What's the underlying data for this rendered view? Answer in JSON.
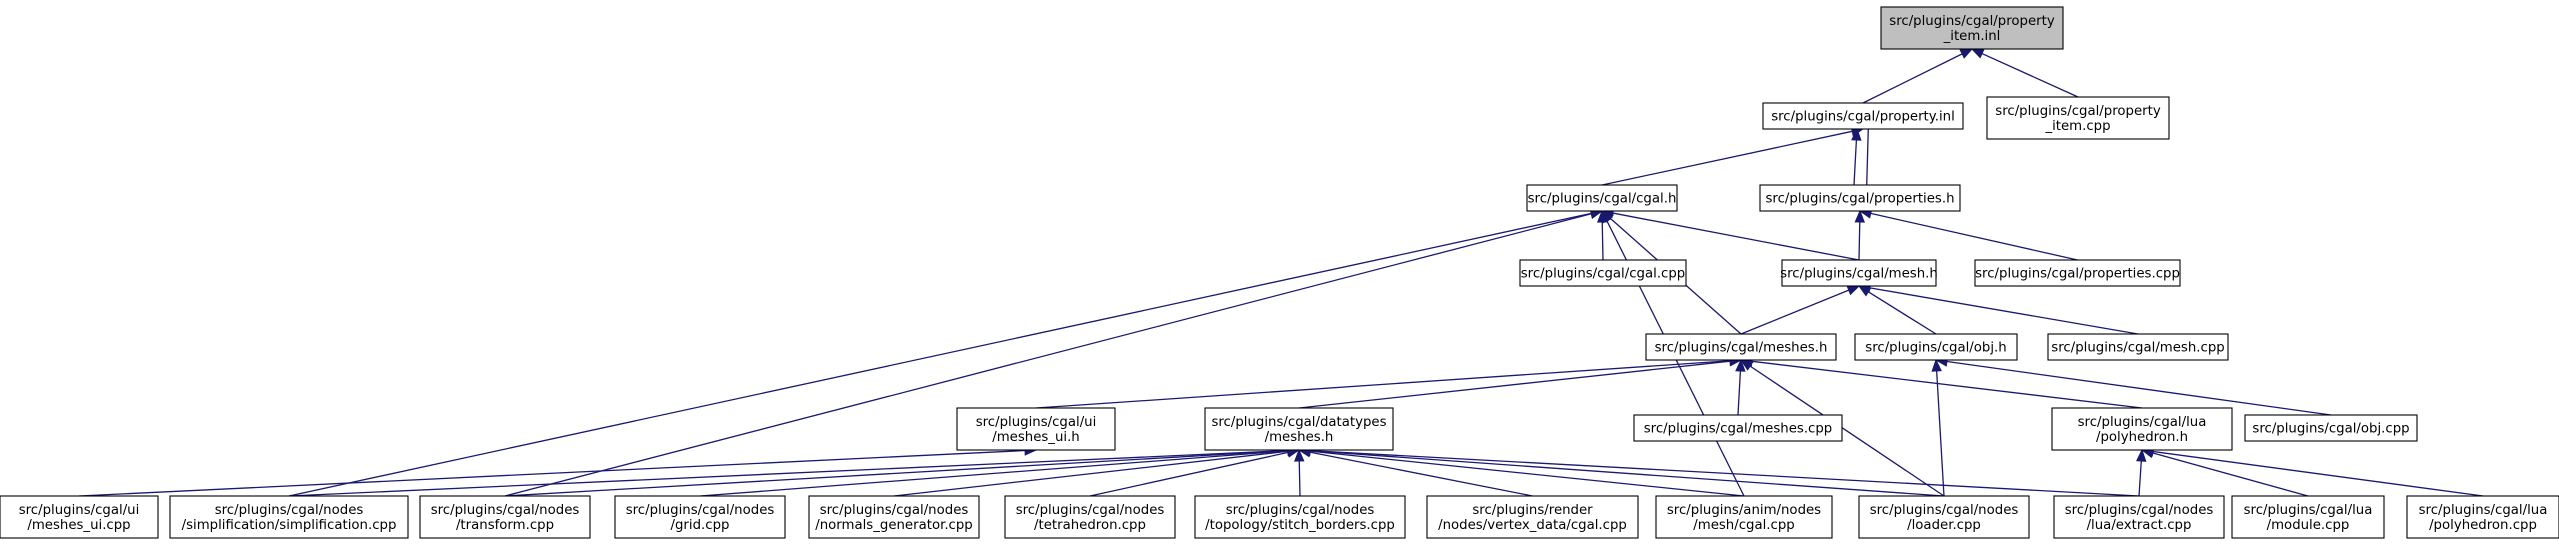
{
  "colors": {
    "edge": "#191970",
    "root_fill": "#bfbfbf",
    "node_fill": "#ffffff",
    "node_border": "#000000"
  },
  "nodes": [
    {
      "id": "n0",
      "lines": [
        "src/plugins/cgal/property",
        "_item.inl"
      ],
      "root": true
    },
    {
      "id": "n1",
      "lines": [
        "src/plugins/cgal/property.inl"
      ]
    },
    {
      "id": "n2",
      "lines": [
        "src/plugins/cgal/property",
        "_item.cpp"
      ]
    },
    {
      "id": "n3",
      "lines": [
        "src/plugins/cgal/cgal.h"
      ]
    },
    {
      "id": "n4",
      "lines": [
        "src/plugins/cgal/properties.h"
      ]
    },
    {
      "id": "n5",
      "lines": [
        "src/plugins/cgal/cgal.cpp"
      ]
    },
    {
      "id": "n6",
      "lines": [
        "src/plugins/cgal/mesh.h"
      ]
    },
    {
      "id": "n7",
      "lines": [
        "src/plugins/cgal/properties.cpp"
      ]
    },
    {
      "id": "n8",
      "lines": [
        "src/plugins/cgal/meshes.h"
      ]
    },
    {
      "id": "n9",
      "lines": [
        "src/plugins/cgal/obj.h"
      ]
    },
    {
      "id": "n10",
      "lines": [
        "src/plugins/cgal/mesh.cpp"
      ]
    },
    {
      "id": "n11",
      "lines": [
        "src/plugins/cgal/ui",
        "/meshes_ui.h"
      ]
    },
    {
      "id": "n12",
      "lines": [
        "src/plugins/cgal/datatypes",
        "/meshes.h"
      ]
    },
    {
      "id": "n13",
      "lines": [
        "src/plugins/cgal/meshes.cpp"
      ]
    },
    {
      "id": "n14",
      "lines": [
        "src/plugins/cgal/lua",
        "/polyhedron.h"
      ]
    },
    {
      "id": "n15",
      "lines": [
        "src/plugins/cgal/obj.cpp"
      ]
    },
    {
      "id": "n16",
      "lines": [
        "src/plugins/cgal/ui",
        "/meshes_ui.cpp"
      ]
    },
    {
      "id": "n17",
      "lines": [
        "src/plugins/cgal/nodes",
        "/simplification/simplification.cpp"
      ]
    },
    {
      "id": "n18",
      "lines": [
        "src/plugins/cgal/nodes",
        "/transform.cpp"
      ]
    },
    {
      "id": "n19",
      "lines": [
        "src/plugins/cgal/nodes",
        "/grid.cpp"
      ]
    },
    {
      "id": "n20",
      "lines": [
        "src/plugins/cgal/nodes",
        "/normals_generator.cpp"
      ]
    },
    {
      "id": "n21",
      "lines": [
        "src/plugins/cgal/nodes",
        "/tetrahedron.cpp"
      ]
    },
    {
      "id": "n22",
      "lines": [
        "src/plugins/cgal/nodes",
        "/topology/stitch_borders.cpp"
      ]
    },
    {
      "id": "n23",
      "lines": [
        "src/plugins/render",
        "/nodes/vertex_data/cgal.cpp"
      ]
    },
    {
      "id": "n24",
      "lines": [
        "src/plugins/anim/nodes",
        "/mesh/cgal.cpp"
      ]
    },
    {
      "id": "n25",
      "lines": [
        "src/plugins/cgal/nodes",
        "/loader.cpp"
      ]
    },
    {
      "id": "n26",
      "lines": [
        "src/plugins/cgal/nodes",
        "/lua/extract.cpp"
      ]
    },
    {
      "id": "n27",
      "lines": [
        "src/plugins/cgal/lua",
        "/module.cpp"
      ]
    },
    {
      "id": "n28",
      "lines": [
        "src/plugins/cgal/lua",
        "/polyhedron.cpp"
      ]
    }
  ]
}
